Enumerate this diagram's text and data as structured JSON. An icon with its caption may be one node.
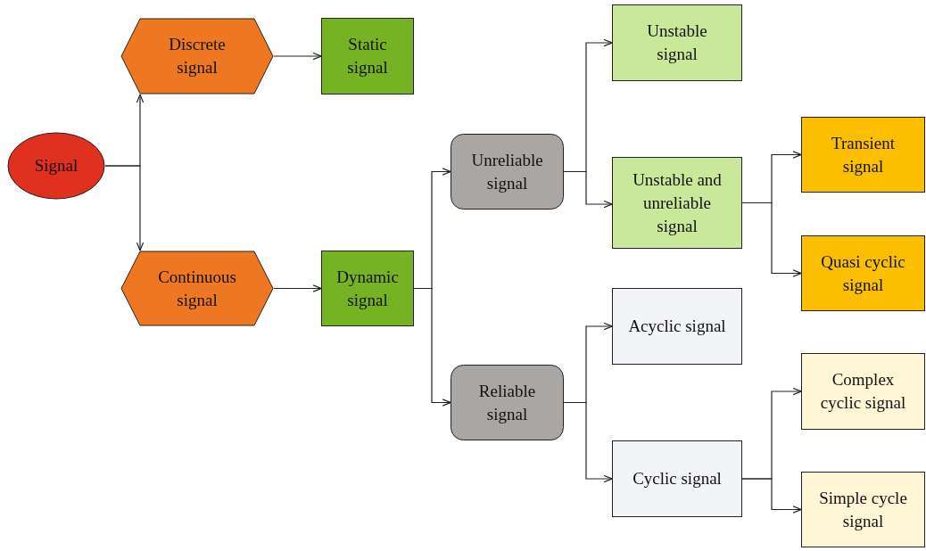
{
  "diagram": {
    "nodes": [
      {
        "text": [
          "Signal"
        ]
      },
      {
        "text": [
          "Discrete signal"
        ]
      },
      {
        "text": [
          "Static signal"
        ]
      },
      {
        "text": [
          "Continuous signal"
        ]
      },
      {
        "text": [
          "Dynamic signal"
        ]
      },
      {
        "text": [
          "Unreliable signal"
        ]
      },
      {
        "text": [
          "Reliable signal"
        ]
      },
      {
        "text": [
          "Unstable signal"
        ]
      },
      {
        "text": [
          "Unstable and unreliable signal"
        ]
      },
      {
        "text": [
          "Transient signal"
        ]
      },
      {
        "text": [
          "Quasi cyclic signal"
        ]
      },
      {
        "text": [
          "Acyclic signal"
        ]
      },
      {
        "text": [
          "Cyclic signal"
        ]
      },
      {
        "text": [
          "Complex cyclic signal"
        ]
      },
      {
        "text": [
          "Simple cycle signal"
        ]
      }
    ],
    "edges": [
      {
        "from": 0,
        "to": 1,
        "arrow": "to"
      },
      {
        "from": 0,
        "to": 3,
        "arrow": "to"
      },
      {
        "from": 1,
        "to": 2,
        "arrow": "to"
      },
      {
        "from": 3,
        "to": 4,
        "arrow": "to"
      },
      {
        "from": 4,
        "to": 5,
        "arrow": "to"
      },
      {
        "from": 4,
        "to": 6,
        "arrow": "to"
      },
      {
        "from": 5,
        "to": 7,
        "arrow": "to"
      },
      {
        "from": 5,
        "to": 8,
        "arrow": "to"
      },
      {
        "from": 8,
        "to": 9,
        "arrow": "to"
      },
      {
        "from": 8,
        "to": 10,
        "arrow": "to"
      },
      {
        "from": 6,
        "to": 11,
        "arrow": "to"
      },
      {
        "from": 6,
        "to": 12,
        "arrow": "to"
      },
      {
        "from": 12,
        "to": 13,
        "arrow": "to"
      },
      {
        "from": 12,
        "to": 14,
        "arrow": "to"
      }
    ]
  }
}
